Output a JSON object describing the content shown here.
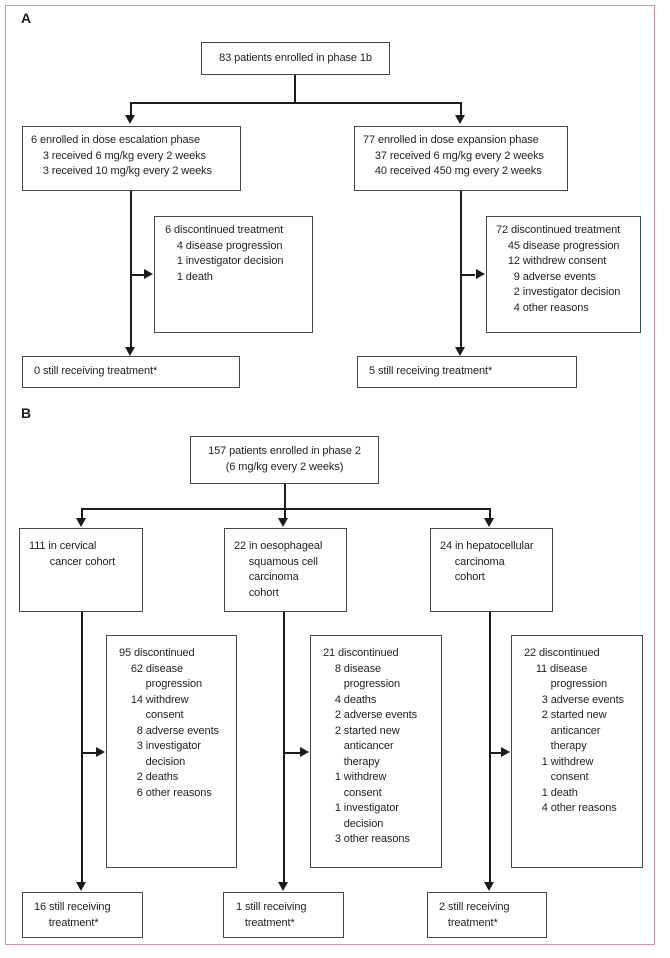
{
  "colors": {
    "frame_border": "#cf93a1",
    "box_border": "#48484a",
    "connector": "#1c1a1b",
    "text": "#262223",
    "background": "#ffffff"
  },
  "panel_a": {
    "label": "A",
    "enrolled_box": "83 patients enrolled in phase 1b",
    "escalation_box": "6 enrolled in dose escalation phase\n    3 received 6 mg/kg every 2 weeks\n    3 received 10 mg/kg every 2 weeks",
    "expansion_box": "77 enrolled in dose expansion phase\n    37 received 6 mg/kg every 2 weeks\n    40 received 450 mg every 2 weeks",
    "escalation_discontinued_box": "6 discontinued treatment\n    4 disease progression\n    1 investigator decision\n    1 death",
    "expansion_discontinued_box": "72 discontinued treatment\n    45 disease progression\n    12 withdrew consent\n      9 adverse events\n      2 investigator decision\n      4 other reasons",
    "escalation_receiving_box": "0 still receiving treatment*",
    "expansion_receiving_box": "5 still receiving treatment*"
  },
  "panel_b": {
    "label": "B",
    "enrolled_box": "157 patients enrolled in phase 2\n(6 mg/kg every 2 weeks)",
    "cervical_box": "111 in cervical\n       cancer cohort",
    "oesophageal_box": "22 in oesophageal\n     squamous cell\n     carcinoma\n     cohort",
    "hepatocellular_box": "24 in hepatocellular\n     carcinoma\n     cohort",
    "cervical_discontinued_box": "95 discontinued\n    62 disease\n         progression\n    14 withdrew\n         consent\n      8 adverse events\n      3 investigator\n         decision\n      2 deaths\n      6 other reasons",
    "oesophageal_discontinued_box": "21 discontinued\n    8 disease\n       progression\n    4 deaths\n    2 adverse events\n    2 started new\n       anticancer\n       therapy\n    1 withdrew\n       consent\n    1 investigator\n       decision\n    3 other reasons",
    "hepatocellular_discontinued_box": "22 discontinued\n    11 disease\n         progression\n      3 adverse events\n      2 started new\n         anticancer\n         therapy\n      1 withdrew\n         consent\n      1 death\n      4 other reasons",
    "cervical_receiving_box": "16 still receiving\n     treatment*",
    "oesophageal_receiving_box": "1 still receiving\n   treatment*",
    "hepatocellular_receiving_box": "2 still receiving\n   treatment*"
  }
}
